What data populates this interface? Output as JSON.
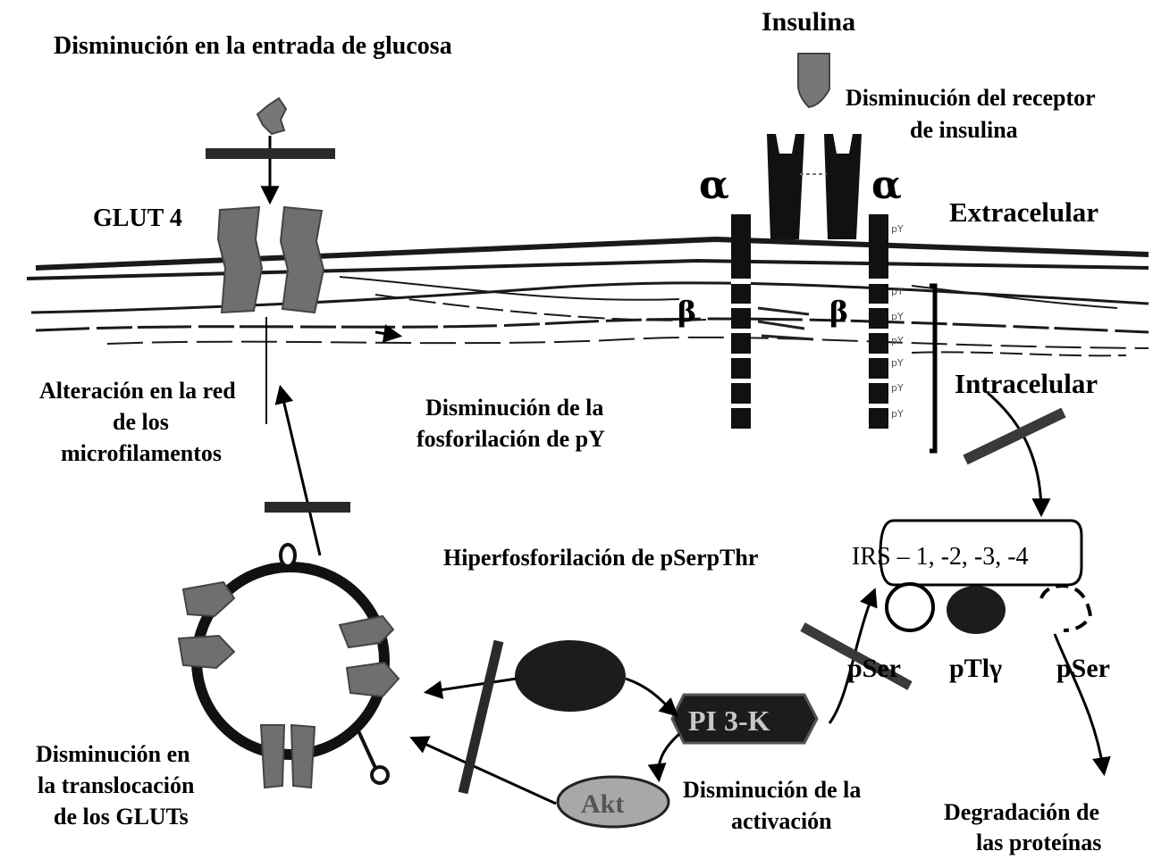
{
  "labels": {
    "glucose_entry": "Disminución en la entrada de glucosa",
    "insulin": "Insulina",
    "receptor_1": "Disminución del receptor",
    "receptor_2": "de insulina",
    "glut4": "GLUT 4",
    "alpha_left": "α",
    "alpha_right": "α",
    "extracellular": "Extracelular",
    "beta_left": "β",
    "beta_right": "β",
    "microfilaments_1": "Alteración en la red",
    "microfilaments_2": "de los",
    "microfilaments_3": "microfilamentos",
    "py_phos_1": "Disminución de la",
    "py_phos_2": "fosforilación de pY",
    "intracellular": "Intracelular",
    "hyperphos": "Hiperfosforilación de pSerpThr",
    "irs": "IRS – 1, -2, -3, -4",
    "pser_left": "pSer",
    "pthr": "pTlγ",
    "pser_right": "pSer",
    "pi3k": "PI 3-K",
    "akt": "Akt",
    "activation_1": "Disminución de la",
    "activation_2": "activación",
    "translocation_1": "Disminución en",
    "translocation_2": "la translocación",
    "translocation_3": "de los GLUTs",
    "degradation_1": "Degradación de",
    "degradation_2": "las proteínas"
  },
  "py_marks": [
    "pY",
    "pY",
    "pY",
    "pY",
    "pY",
    "pY",
    "pY"
  ],
  "colors": {
    "membrane": "#1a1a1a",
    "glut": "#6f6f6f",
    "receptor": "#111111",
    "akt_fill": "#a8a8a8",
    "node_dark": "#1c1c1c"
  }
}
